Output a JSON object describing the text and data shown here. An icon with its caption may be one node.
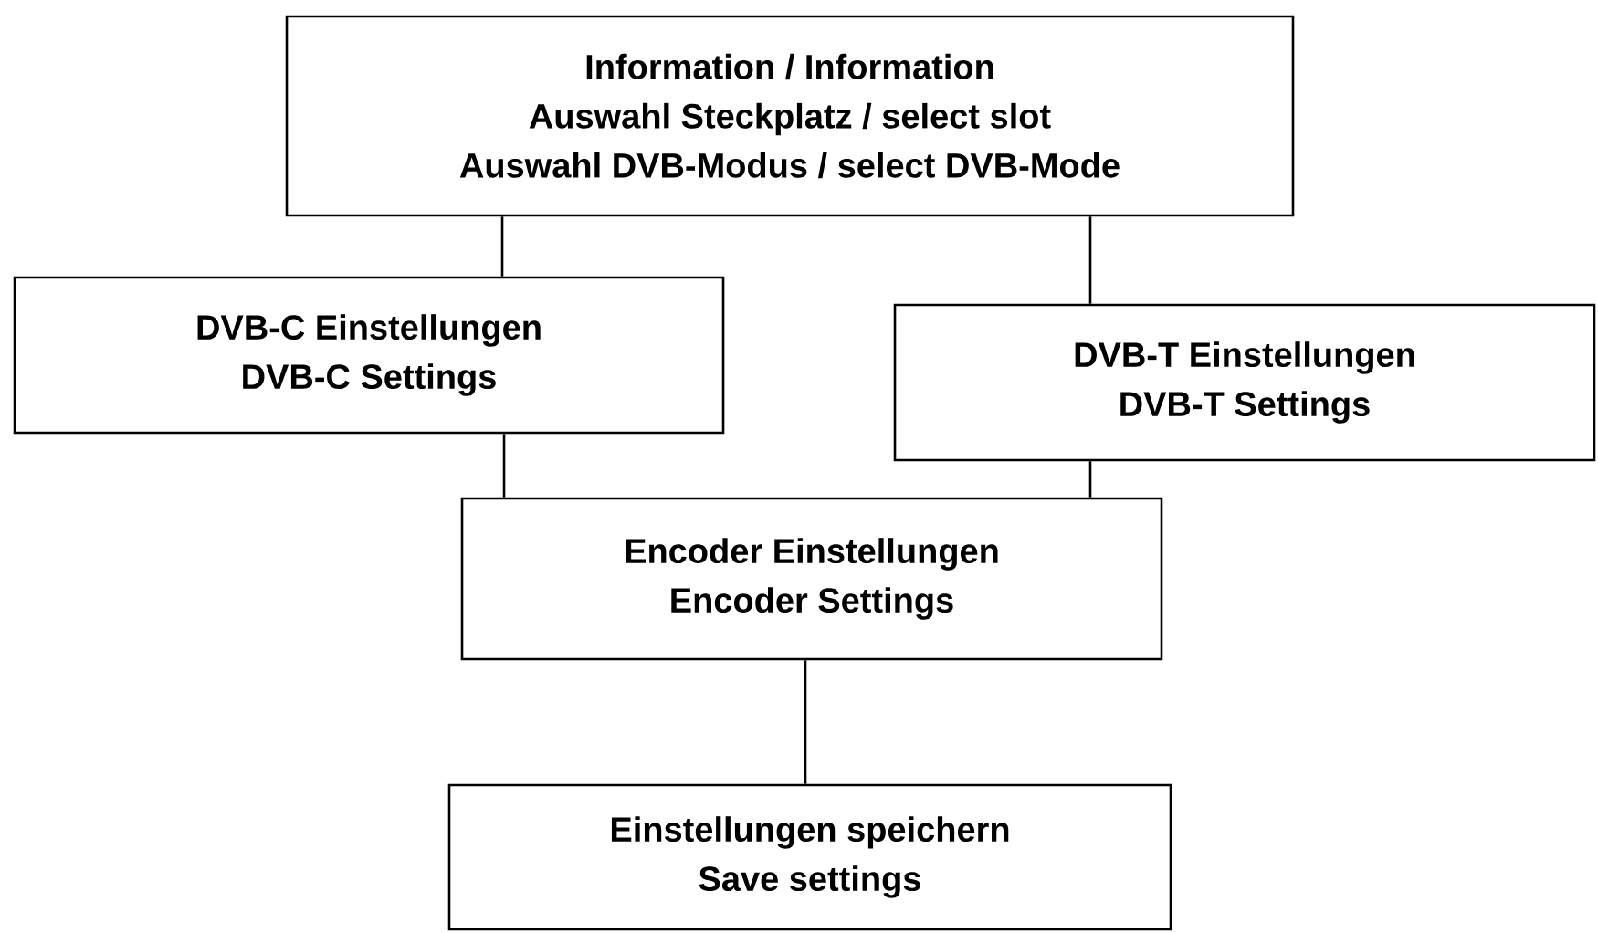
{
  "diagram": {
    "nodes": [
      {
        "text": [
          "Information / Information",
          "Auswahl Steckplatz / select slot",
          "Auswahl DVB-Modus / select DVB-Mode"
        ]
      },
      {
        "text": [
          "DVB-C Einstellungen",
          "DVB-C Settings"
        ]
      },
      {
        "text": [
          "DVB-T Einstellungen",
          "DVB-T Settings"
        ]
      },
      {
        "text": [
          "Encoder Einstellungen",
          "Encoder Settings"
        ]
      },
      {
        "text": [
          "Einstellungen speichern",
          "Save settings"
        ]
      }
    ],
    "edges": [
      {
        "from": 0,
        "to": 1,
        "arrow": "none"
      },
      {
        "from": 0,
        "to": 2,
        "arrow": "none"
      },
      {
        "from": 1,
        "to": 3,
        "arrow": "none"
      },
      {
        "from": 2,
        "to": 3,
        "arrow": "none"
      },
      {
        "from": 3,
        "to": 4,
        "arrow": "none"
      }
    ]
  }
}
